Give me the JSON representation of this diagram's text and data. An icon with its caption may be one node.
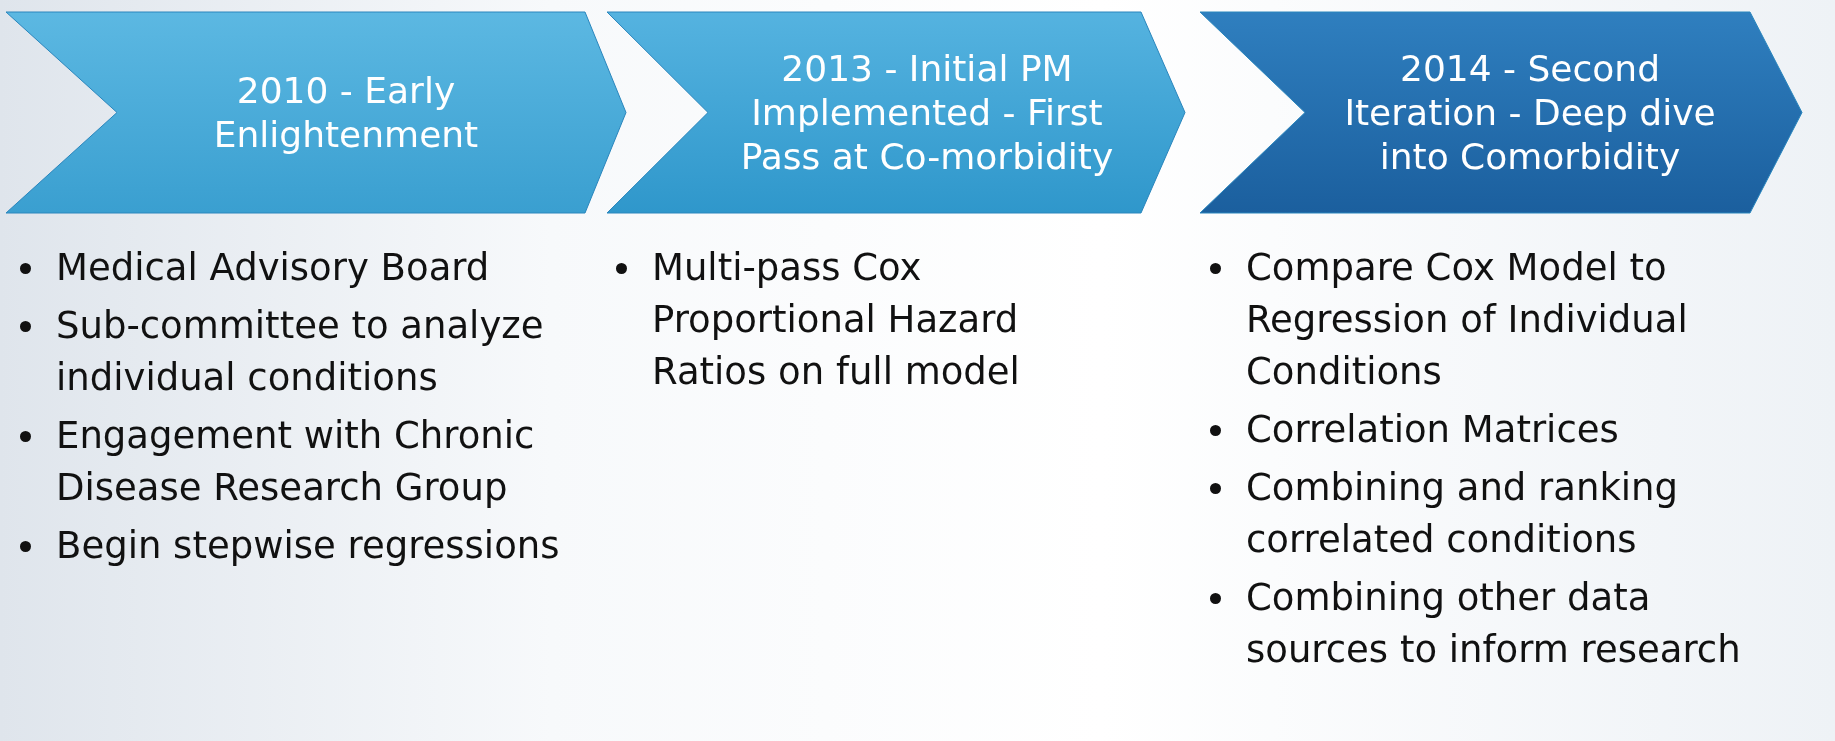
{
  "diagram": {
    "nodes": [
      {
        "text": [
          "2010 - Early Enlightenment"
        ],
        "beside": [
          "Medical Advisory Board",
          "Sub-committee to analyze individual conditions",
          "Engagement with Chronic Disease Research Group",
          "Begin stepwise regressions"
        ]
      },
      {
        "text": [
          "2013 - Initial PM Implemented - First Pass at Co-morbidity"
        ],
        "beside": [
          "Multi-pass Cox Proportional Hazard Ratios on full model"
        ]
      },
      {
        "text": [
          "2014 - Second Iteration - Deep dive into Comorbidity"
        ],
        "beside": [
          "Compare Cox Model to Regression of Individual Conditions",
          "Correlation Matrices",
          "Combining and ranking correlated conditions",
          "Combining other data sources to inform research"
        ]
      }
    ]
  }
}
